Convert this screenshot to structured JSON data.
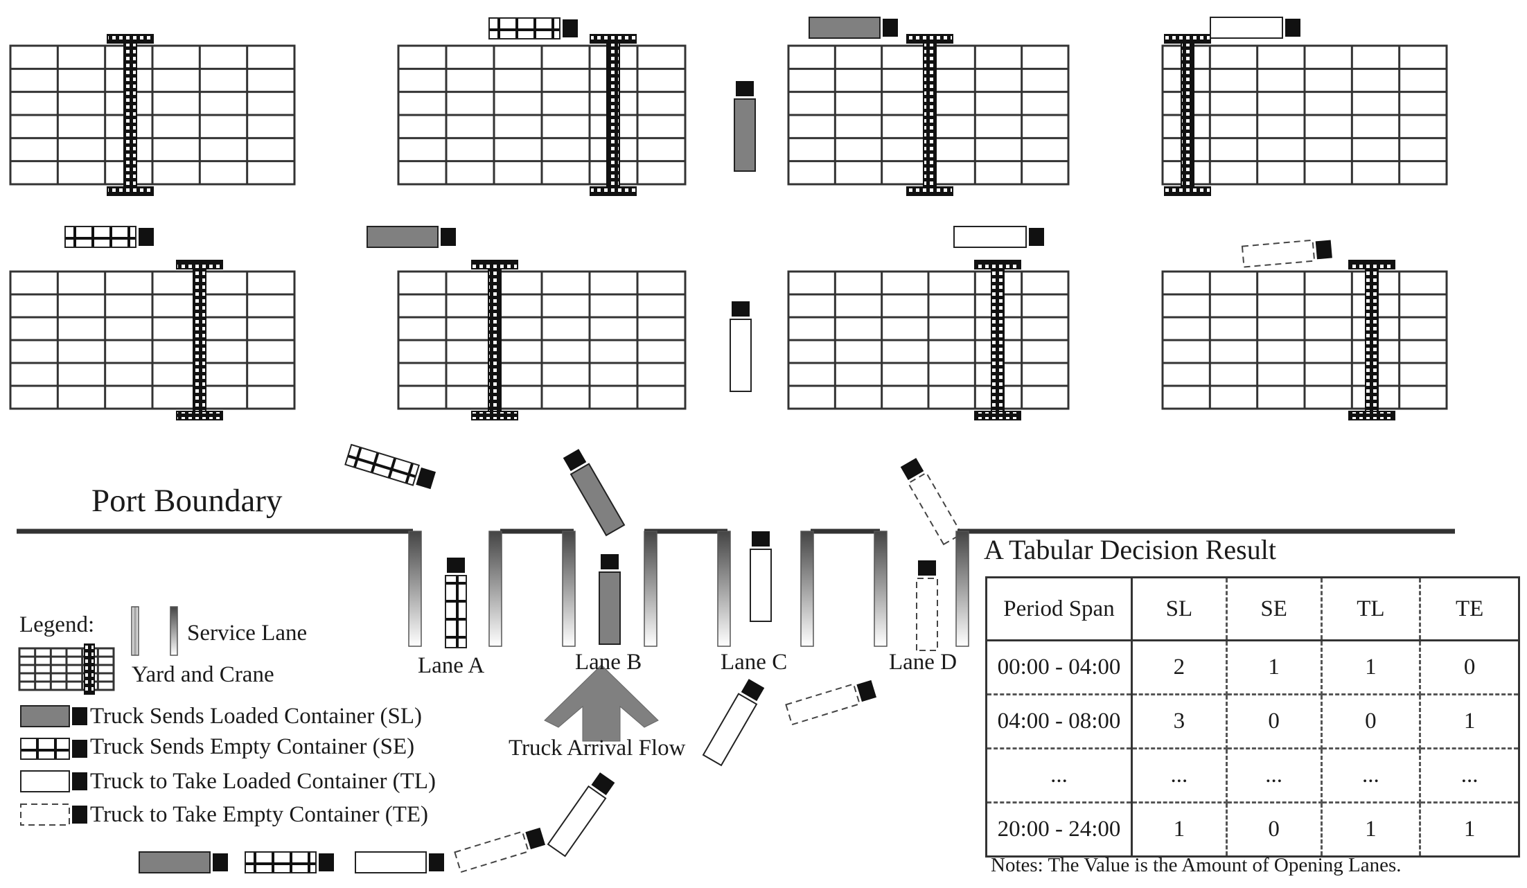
{
  "labels": {
    "port_boundary": "Port Boundary",
    "lane_a": "Lane A",
    "lane_b": "Lane B",
    "lane_c": "Lane C",
    "lane_d": "Lane D",
    "truck_arrival_flow": "Truck Arrival Flow"
  },
  "legend": {
    "title": "Legend:",
    "service_lane": "Service Lane",
    "yard_and_crane": "Yard and Crane",
    "sl": "Truck Sends  Loaded Container (SL)",
    "se": "Truck Sends  Empty Container (SE)",
    "tl": "Truck to Take  Loaded Container (TL)",
    "te": "Truck to Take  Empty Container (TE)"
  },
  "table": {
    "title": "A Tabular Decision Result",
    "headers": [
      "Period Span",
      "SL",
      "SE",
      "TL",
      "TE"
    ],
    "rows": [
      [
        "00:00 - 04:00",
        "2",
        "1",
        "1",
        "0"
      ],
      [
        "04:00 - 08:00",
        "3",
        "0",
        "0",
        "1"
      ],
      [
        "...",
        "...",
        "...",
        "...",
        "..."
      ],
      [
        "20:00 - 24:00",
        "1",
        "0",
        "1",
        "1"
      ]
    ],
    "notes": "Notes: The Value is the Amount of Opening Lanes."
  },
  "colors": {
    "sl_fill": "#808080",
    "tl_fill": "#ffffff",
    "outline": "#222222",
    "grid_line": "#333333"
  }
}
